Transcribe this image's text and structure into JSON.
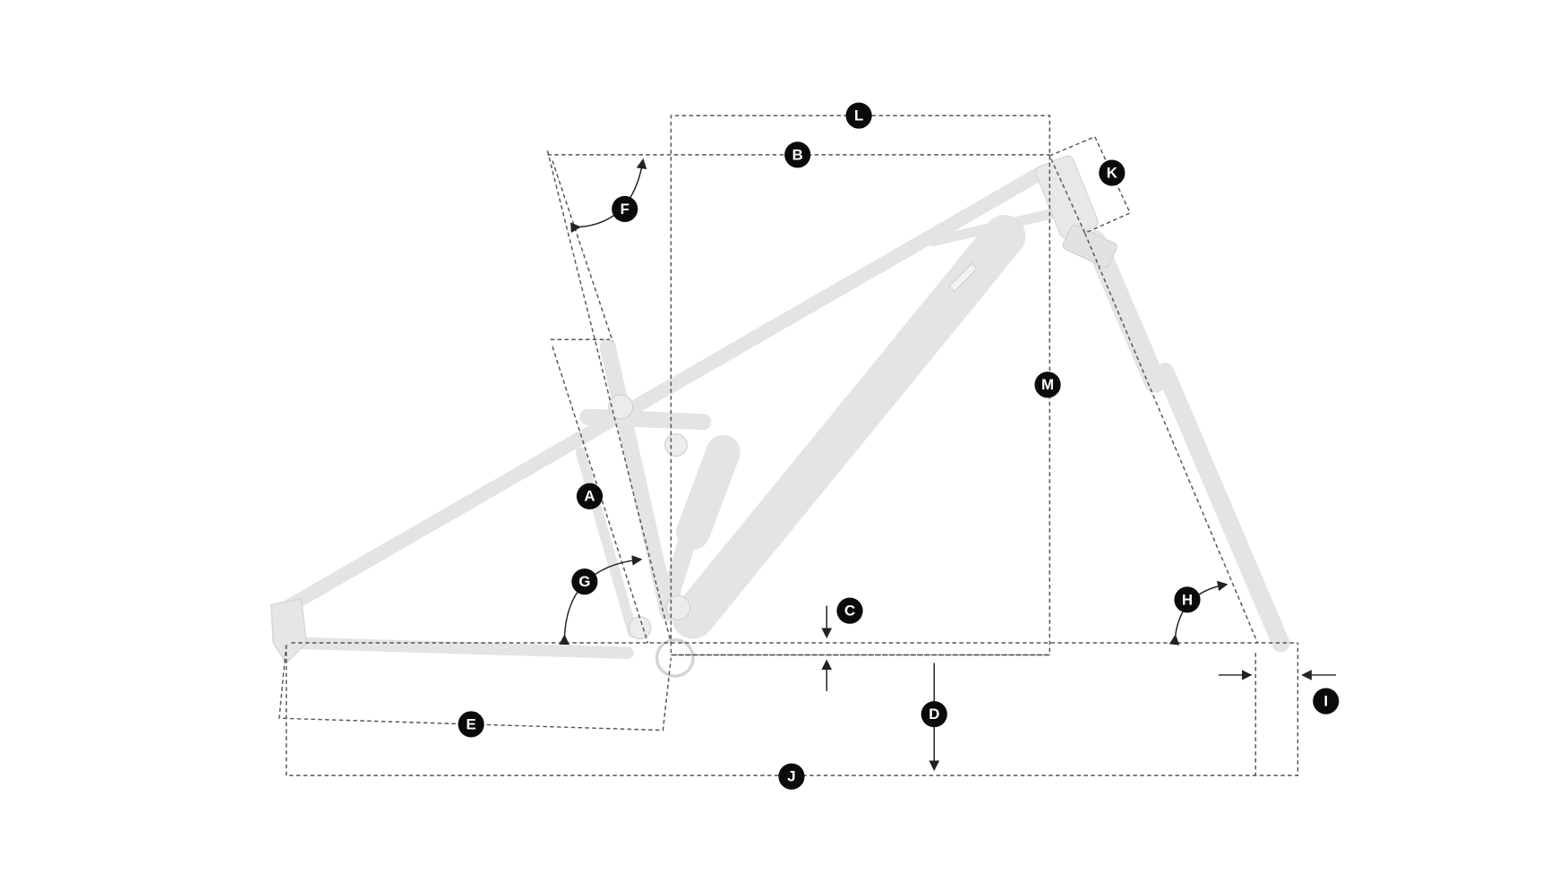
{
  "diagram": {
    "type": "bike-frame-geometry",
    "colors": {
      "frame": "#e4e4e4",
      "badge": "#0b0b0b",
      "dimension_line": "#555555"
    },
    "labels": {
      "A": "A",
      "B": "B",
      "C": "C",
      "D": "D",
      "E": "E",
      "F": "F",
      "G": "G",
      "H": "H",
      "I": "I",
      "J": "J",
      "K": "K",
      "L": "L",
      "M": "M"
    }
  }
}
